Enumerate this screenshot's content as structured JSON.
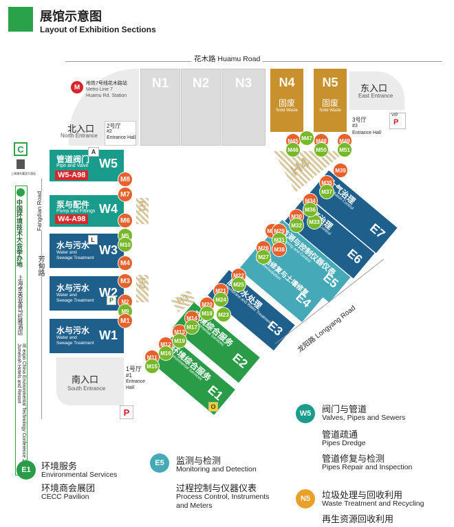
{
  "header": {
    "title_cn": "展馆示意图",
    "title_en": "Layout of Exhibition Sections"
  },
  "roads": {
    "top": "花木路 Huamu Road",
    "left_cn": "芳甸路",
    "left_en": "Fangdian Road",
    "bottom": "龙阳路 Longyang Road"
  },
  "metro": {
    "cn": "地铁7号线花木路站",
    "en1": "Metro Line 7",
    "en2": "Huamu Rd. Station",
    "icon": "metro-logo"
  },
  "entrances": {
    "north_cn": "北入口",
    "north_en": "North Entrance",
    "east_cn": "东入口",
    "east_en": "East Entrance",
    "south_cn": "南入口",
    "south_en": "South Entrance",
    "hall2_cn": "2号厅",
    "hall2_num": "#2",
    "hall2_en": "Entrance Hall",
    "hall3_cn": "3号厅",
    "hall3_num": "#3",
    "hall3_en": "Entrance Hall",
    "hall1_cn": "1号厅",
    "hall1_num": "#1",
    "hall1_en1": "Entrance",
    "hall1_en2": "Hall",
    "vip": "VIP"
  },
  "markers": {
    "p": "P",
    "a": "A",
    "l": "L",
    "c": "C",
    "o": "O"
  },
  "north_halls": {
    "n1": "N1",
    "n2": "N2",
    "n3": "N3",
    "n4": "N4",
    "n5": "N5",
    "n4_cn": "固废",
    "n4_en": "Solid Waste",
    "n5_cn": "固废",
    "n5_en": "Solid Waste"
  },
  "west_halls": {
    "w5": {
      "id": "W5",
      "cn": "管道阀门",
      "en": "Pipe and Valve",
      "tag": "W5-A98"
    },
    "w4": {
      "id": "W4",
      "cn": "泵与配件",
      "en": "Pump and Fittings",
      "tag": "W4-A98"
    },
    "w3": {
      "id": "W3",
      "cn": "水与污水",
      "en1": "Water and",
      "en2": "Sewage Treatment"
    },
    "w2": {
      "id": "W2",
      "cn": "水与污水",
      "en1": "Water and",
      "en2": "Sewage Treatment"
    },
    "w1": {
      "id": "W1",
      "cn": "水与污水",
      "en1": "Water and",
      "en2": "Sewage Treatment"
    }
  },
  "east_halls": {
    "e7": {
      "id": "E7",
      "cn": "大气治理",
      "en": "Air Pollution Control"
    },
    "e6": {
      "id": "E6",
      "cn": "大气治理",
      "en": "Air Pollution Control"
    },
    "e5": {
      "id": "E5",
      "cn": "监测与控制仪器仪表",
      "en": "Monitoring and Control"
    },
    "e4": {
      "id": "E4",
      "cn": "场地修复与土壤修复",
      "en": "Site Remediation"
    },
    "e3": {
      "id": "E3",
      "cn": "膜与水处理",
      "en": "Membrane and Water Treatment"
    },
    "e2": {
      "id": "E2",
      "cn": "环境综合服务",
      "en": "Environmental Services"
    },
    "e1": {
      "id": "E1",
      "cn": "环境综合服务",
      "en": "Environmental Services"
    }
  },
  "h_halls": {
    "h1": "H1",
    "h2": "H2",
    "h3": "H3",
    "h4": "H4"
  },
  "m_halls": [
    "M1",
    "M2",
    "M3",
    "M4",
    "M5",
    "M6",
    "M7",
    "M8",
    "M9",
    "M10",
    "M11",
    "M12",
    "M13",
    "M14",
    "M15",
    "M16",
    "M17",
    "M18",
    "M19",
    "M20",
    "M21",
    "M22",
    "M23",
    "M24",
    "M25",
    "M26",
    "M27",
    "M28",
    "M29",
    "M30",
    "M31",
    "M32",
    "M33",
    "M34",
    "M35",
    "M36",
    "M37",
    "M38",
    "M39",
    "M45",
    "M46",
    "M47",
    "M48",
    "M49",
    "M50",
    "M51"
  ],
  "side_panel": {
    "hotel_cn": "上海浦东嘉里大酒店",
    "conf_cn": "中国环境技术大会举办地",
    "conf_en": "IE expo China Environmental Technology Conference 2020 Jumeirah Hotels and Resort",
    "hotel_short_cn": "上海卓美亚喜马拉雅酒店"
  },
  "legend": {
    "e1": {
      "id": "E1",
      "items": [
        {
          "cn": "环境服务",
          "en": "Environmental Services"
        },
        {
          "cn": "环境商会展团",
          "en": "CECC Pavilion"
        }
      ]
    },
    "e5": {
      "id": "E5",
      "items": [
        {
          "cn": "监测与检测",
          "en": "Monitoring and Detection"
        },
        {
          "cn": "过程控制与仪器仪表",
          "en1": "Process Control, Instruments",
          "en2": "and Meters"
        }
      ]
    },
    "w5": {
      "id": "W5",
      "items": [
        {
          "cn": "阀门与管道",
          "en": "Valves, Pipes and Sewers"
        },
        {
          "cn": "管道疏通",
          "en": "Pipes Dredge"
        },
        {
          "cn": "管道修复与检测",
          "en": "Pipes Repair and Inspection"
        }
      ]
    },
    "n5": {
      "id": "N5",
      "items": [
        {
          "cn": "垃圾处理与回收利用",
          "en": "Waste Treatment and Recycling"
        },
        {
          "cn": "再生资源回收利用"
        }
      ]
    }
  },
  "colors": {
    "brand_green": "#2aa24a",
    "teal": "#1a9c8c",
    "blue": "#1f5f8b",
    "gold": "#c9912d",
    "orange": "#e8602c",
    "lime": "#77b82a",
    "red": "#d8282c"
  }
}
